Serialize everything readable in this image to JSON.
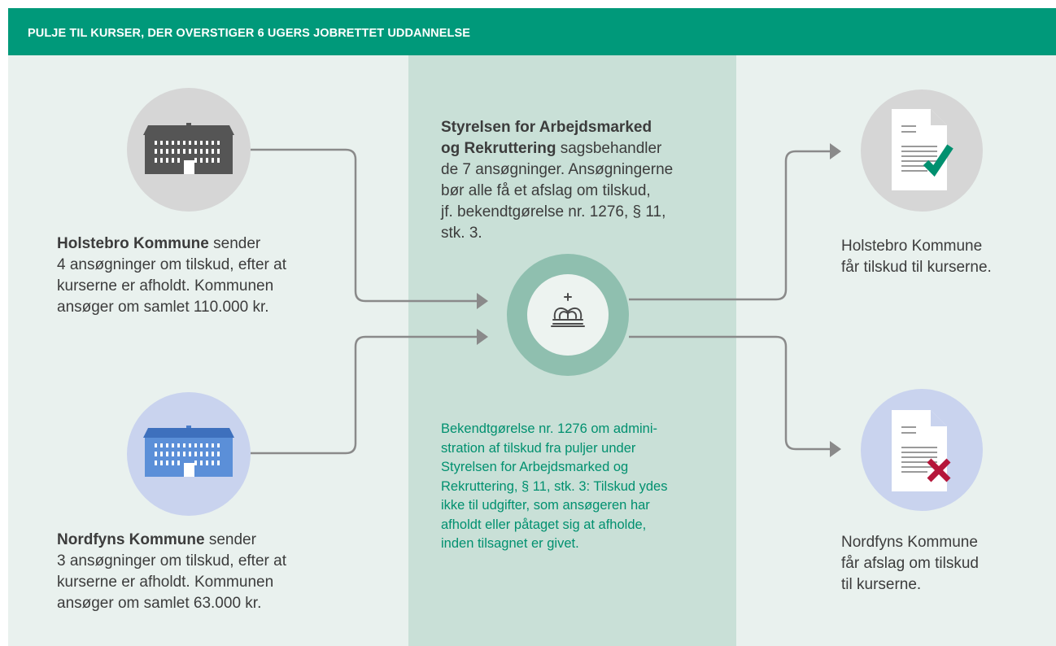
{
  "header": {
    "title": "PULJE TIL KURSER, DER OVERSTIGER 6 UGERS JOBRETTET UDDANNELSE"
  },
  "colors": {
    "header": "#00997a",
    "panel_side": "#e9f1ee",
    "panel_center": "#c9e0d7",
    "holstebro_circle": "#d6d6d6",
    "nordfyns_circle": "#c9d3ee",
    "agency_ring": "#8fbfaf",
    "check": "#00906f",
    "cross": "#b5163a",
    "note_text": "#00906f",
    "connector": "#8a8a8a"
  },
  "left": {
    "holstebro": {
      "icon": "building-icon",
      "name": "Holstebro Kommune",
      "verb": " sender",
      "lines": [
        "4 ansøgninger om tilskud, efter at",
        "kurserne er afholdt. Kommunen",
        "ansøger om samlet 110.000 kr."
      ]
    },
    "nordfyns": {
      "icon": "building-icon",
      "name": "Nordfyns Kommune",
      "verb": " sender",
      "lines": [
        "3 ansøgninger om tilskud, efter at",
        "kurserne er afholdt. Kommunen",
        "ansøger om samlet 63.000 kr."
      ]
    }
  },
  "center": {
    "agency_name_line1": "Styrelsen for Arbejdsmarked",
    "agency_name_line2": "og Rekruttering",
    "agency_verb": " sagsbehandler",
    "lines": [
      "de 7 ansøgninger. Ansøgningerne",
      "bør alle få et afslag om tilskud,",
      "jf. bekendtgørelse nr. 1276,  § 11,",
      "stk. 3."
    ],
    "crown_icon": "crown-icon",
    "note_lines": [
      "Bekendtgørelse nr. 1276 om admini-",
      "stration af tilskud fra puljer under",
      "Styrelsen for Arbejdsmarked og",
      "Rekruttering, § 11, stk. 3: Tilskud ydes",
      "ikke til udgifter, som ansøgeren har",
      "afholdt eller påtaget sig at afholde,",
      "inden tilsagnet er givet."
    ]
  },
  "right": {
    "approved": {
      "icon": "approved-document-icon",
      "lines": [
        "Holstebro Kommune",
        "får tilskud til kurserne."
      ]
    },
    "rejected": {
      "icon": "rejected-document-icon",
      "lines": [
        "Nordfyns Kommune",
        "får afslag om tilskud",
        "til kurserne."
      ]
    }
  }
}
